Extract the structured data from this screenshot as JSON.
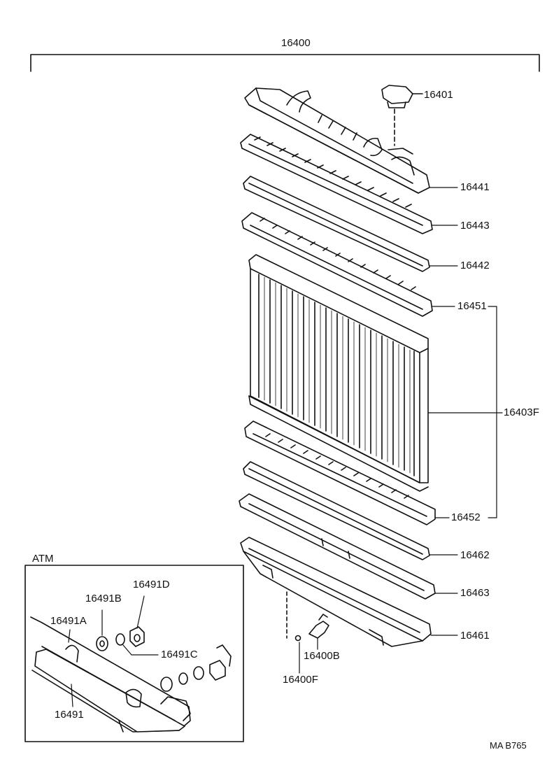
{
  "diagram": {
    "assembly_label": "16400",
    "inset_label": "ATM",
    "drawing_code": "MA B765",
    "parts": {
      "p16401": "16401",
      "p16441": "16441",
      "p16443": "16443",
      "p16442": "16442",
      "p16451": "16451",
      "p16403F": "16403F",
      "p16452": "16452",
      "p16462": "16462",
      "p16463": "16463",
      "p16461": "16461",
      "p16400B": "16400B",
      "p16400F": "16400F",
      "p16491D": "16491D",
      "p16491B": "16491B",
      "p16491A": "16491A",
      "p16491C": "16491C",
      "p16491": "16491"
    }
  }
}
